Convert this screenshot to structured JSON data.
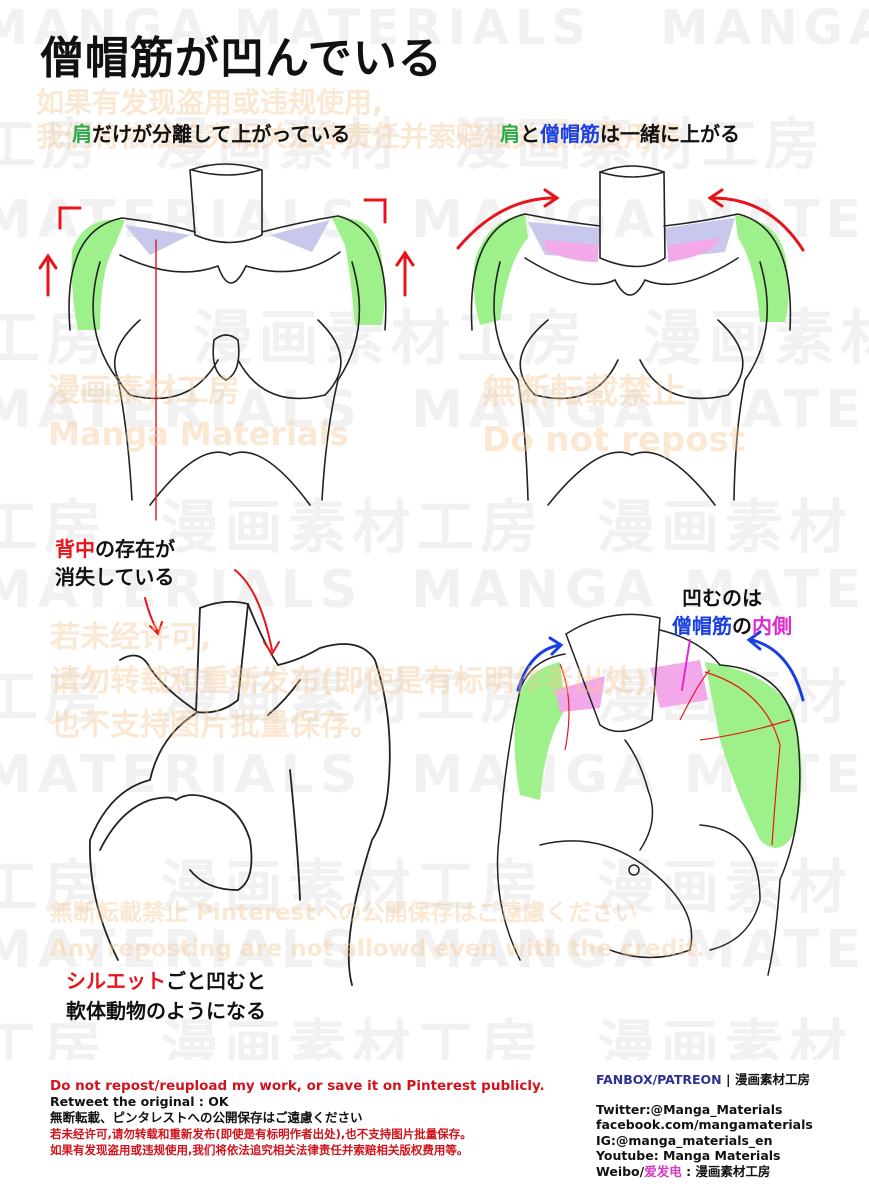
{
  "title": "僧帽筋が凹んでいる",
  "panel1": {
    "label_accent": "肩",
    "label_rest": "だけが分離して上がっている"
  },
  "panel2": {
    "label_accent1": "肩",
    "label_mid": "と",
    "label_accent2": "僧帽筋",
    "label_rest": "は一緒に上がる"
  },
  "panel3": {
    "line1_red1": "背",
    "line1_red2": "中",
    "line1_rest": "の存在が",
    "line2": "消失している",
    "bottom_red": "シルエット",
    "bottom_rest": "ごと凹むと",
    "bottom_line2": "軟体動物のようになる"
  },
  "panel4": {
    "line1": "凹むのは",
    "line2_blue": "僧帽筋",
    "line2_mid": "の",
    "line2_magenta": "内側"
  },
  "watermarks": {
    "bg_words": [
      "MANGA MATERIALS",
      "漫画素材工房",
      "MATERIALS",
      "工房",
      "漫画素材"
    ],
    "cn_notice_1": "如果有发现盗用或违规使用,",
    "cn_notice_2": "我们将依法追究相关法律责任并索赔相关版权费用等",
    "studio_jp": "漫画素材工房",
    "studio_en": "Manga Materials",
    "no_repost_jp": "無断転載禁止",
    "no_repost_en": "Do not repost",
    "cn_warn_1": "若未经许可,",
    "cn_warn_2": "请勿转载和重新发布(即使是有标明作者出处),",
    "cn_warn_3": "也不支持图片批量保存。",
    "jp_pinterest": "無断転載禁止 Pinterestへの公開保存はご遠慮ください",
    "en_credit": "Any reposting are not allowd even with the credit."
  },
  "footer": {
    "notice_en": "Do not repost/reupload my work, or save it on Pinterest publicly.",
    "retweet": "Retweet the original : OK",
    "notice_jp": "無断転載、ピンタレストへの公開保存はご遠慮ください",
    "notice_cn1": "若未经许可,请勿转载和重新发布(即使是有标明作者出处),也不支持图片批量保存。",
    "notice_cn2": "如果有发现盗用或违规使用,我们将依法追究相关法律责任并索赔相关版权费用等。",
    "fanbox_label": "FANBOX/PATREON",
    "fanbox_sep": " | ",
    "fanbox_name": "漫画素材工房",
    "twitter": "Twitter:@Manga_Materials",
    "facebook": "facebook.com/mangamaterials",
    "ig": "IG:@manga_materials_en",
    "youtube": "Youtube: Manga Materials",
    "weibo_prefix": "Weibo/",
    "weibo_ai": "爱发电",
    "weibo_rest": " : 漫画素材工房"
  },
  "colors": {
    "red": "#e8141c",
    "blue": "#1a3fe0",
    "green_fill": "#9ef08a",
    "lavender_fill": "#c8c8ec",
    "pink_fill": "#f3a8ea",
    "watermark_orange": "#f4c896"
  }
}
